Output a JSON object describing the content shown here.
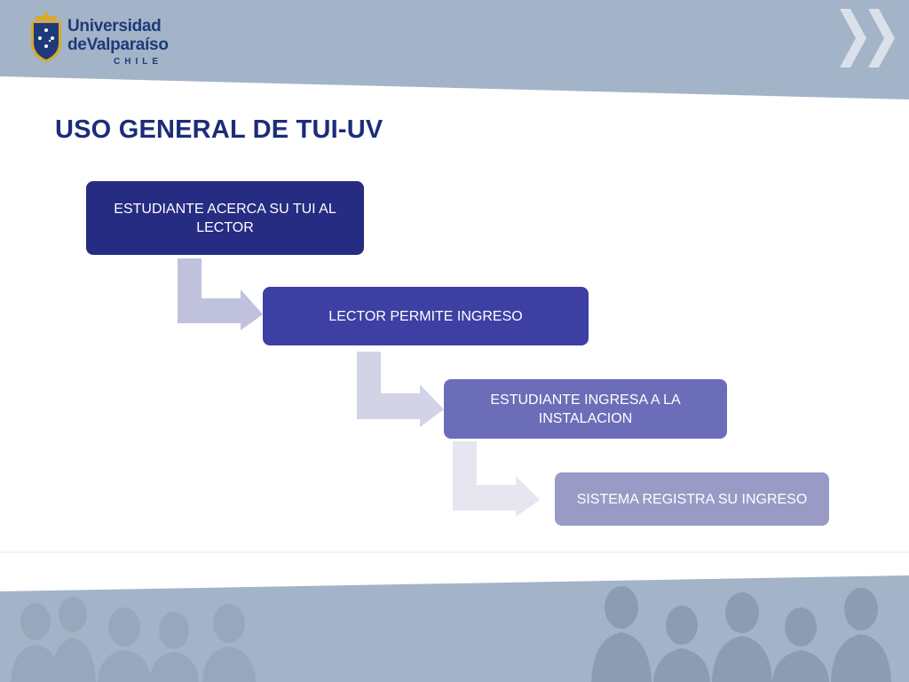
{
  "header": {
    "logo": {
      "line1": "Universidad",
      "line2": "deValparaíso",
      "line3": "CHILE"
    },
    "chevron_icon": "double-chevron-right-icon"
  },
  "title": "USO GENERAL DE TUI-UV",
  "diagram": {
    "type": "step-down-process",
    "steps": [
      {
        "label": "ESTUDIANTE ACERCA SU TUI AL LECTOR",
        "color": "#262c82"
      },
      {
        "label": "LECTOR PERMITE INGRESO",
        "color": "#3d3fa3"
      },
      {
        "label": "ESTUDIANTE INGRESA A LA INSTALACION",
        "color": "#6c6db8"
      },
      {
        "label": "SISTEMA REGISTRA SU INGRESO",
        "color": "#9a9ac6"
      }
    ],
    "connector_colors": [
      "#c0c1dc",
      "#d2d3e6",
      "#e6e6f1"
    ]
  },
  "colors": {
    "band": "#a3b4c8",
    "title": "#1c2d78",
    "brand_blue": "#1e3a7a",
    "brand_gold": "#d8a92a"
  }
}
